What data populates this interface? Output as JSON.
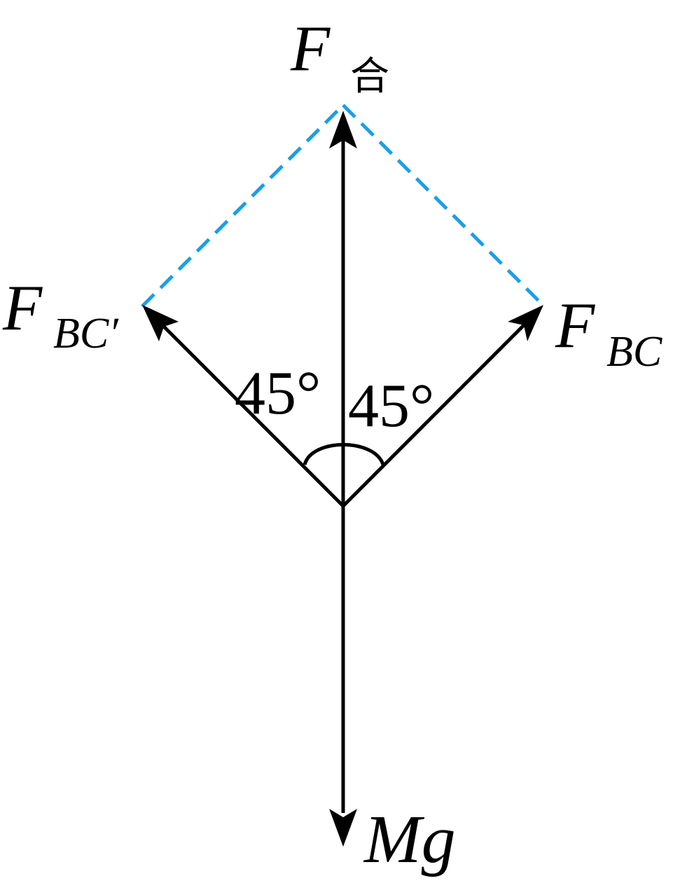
{
  "labels": {
    "f_resultant_main": "F",
    "f_resultant_sub": "合",
    "f_bc_prime_main": "F",
    "f_bc_prime_sub": "BC′",
    "f_bc_main": "F",
    "f_bc_sub": "BC",
    "mg": "Mg",
    "angle_left": "45°",
    "angle_right": "45°"
  },
  "colors": {
    "force_arrow": "#000000",
    "parallelogram_dashed": "#1a9ee8",
    "text": "#000000"
  }
}
